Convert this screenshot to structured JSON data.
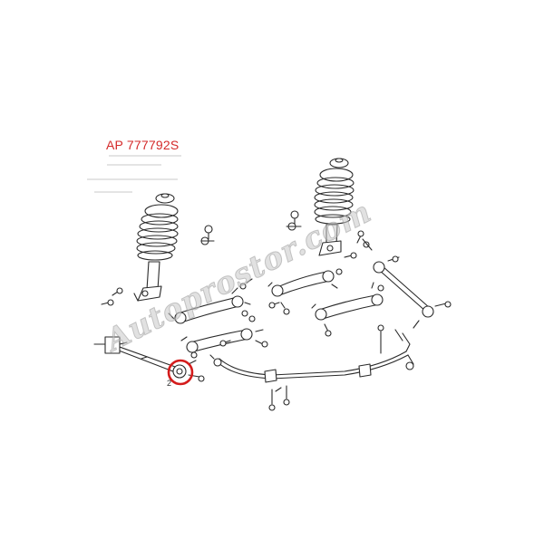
{
  "part_code": "AP 777792S",
  "watermark": "Autoprostor.com",
  "callout_number": "2",
  "colors": {
    "part_code_text": "#d42a2a",
    "highlight_circle": "#d41c1c",
    "line_art": "#2a2a2a"
  }
}
